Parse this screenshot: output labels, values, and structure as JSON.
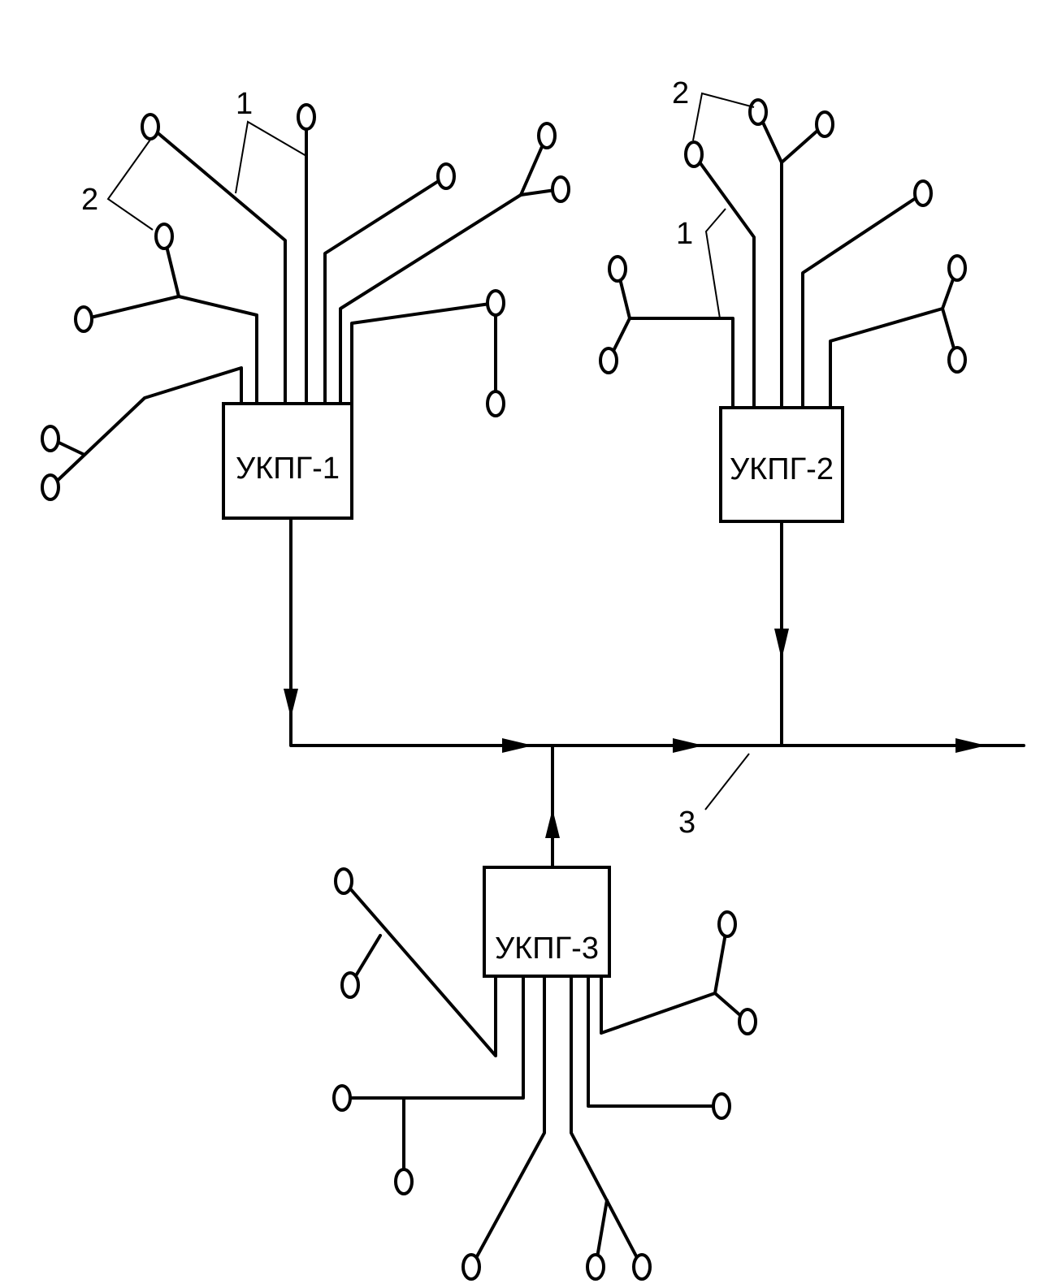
{
  "units": {
    "ukpg1": "УКПГ-1",
    "ukpg2": "УКПГ-2",
    "ukpg3": "УКПГ-3"
  },
  "callouts": {
    "c1_left": "1",
    "c2_left": "2",
    "c1_right": "1",
    "c2_right": "2",
    "c3": "3"
  }
}
